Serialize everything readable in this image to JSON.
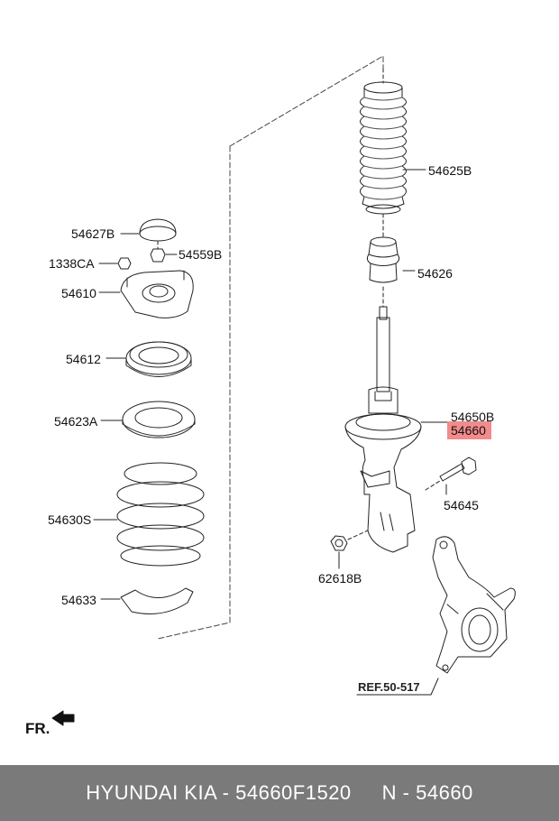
{
  "diagram": {
    "labels": {
      "p54625B": "54625B",
      "p54626": "54626",
      "p54627B": "54627B",
      "p54559B": "54559B",
      "p1338CA": "1338CA",
      "p54610": "54610",
      "p54612": "54612",
      "p54623A": "54623A",
      "p54630S": "54630S",
      "p54633": "54633",
      "p54650B": "54650B",
      "p54660": "54660",
      "p54645": "54645",
      "p62618B": "62618B",
      "ref": "REF.50-517"
    },
    "highlight_color": "#f28b8b",
    "front_indicator": "FR."
  },
  "footer": {
    "brand": "HYUNDAI  KIA - 54660F1520",
    "number": "N - 54660"
  }
}
